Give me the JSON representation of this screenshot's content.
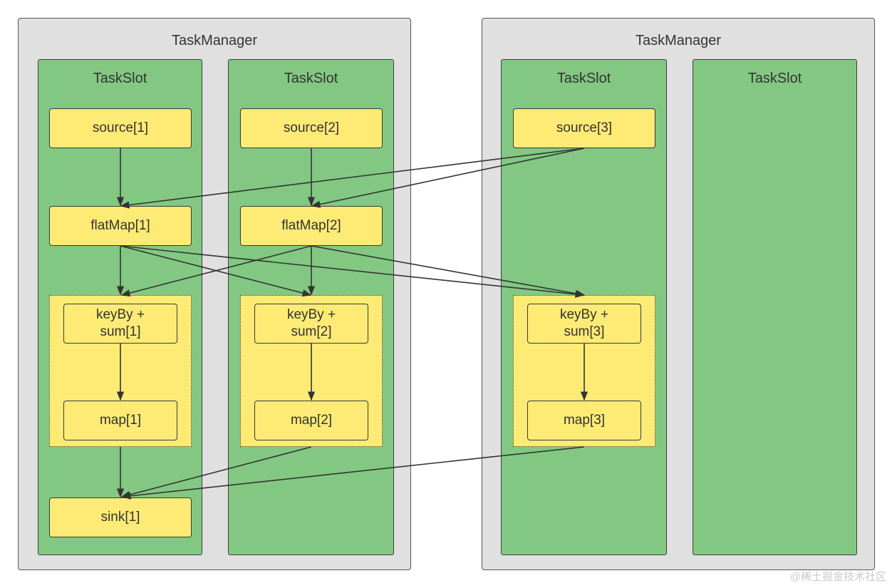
{
  "task_managers": [
    {
      "title": "TaskManager"
    },
    {
      "title": "TaskManager"
    }
  ],
  "slots": [
    {
      "title": "TaskSlot"
    },
    {
      "title": "TaskSlot"
    },
    {
      "title": "TaskSlot"
    },
    {
      "title": "TaskSlot"
    }
  ],
  "operators": {
    "source1": "source[1]",
    "source2": "source[2]",
    "source3": "source[3]",
    "flatmap1": "flatMap[1]",
    "flatmap2": "flatMap[2]",
    "keyby1_l1": "keyBy +",
    "keyby1_l2": "sum[1]",
    "keyby2_l1": "keyBy +",
    "keyby2_l2": "sum[2]",
    "keyby3_l1": "keyBy +",
    "keyby3_l2": "sum[3]",
    "map1": "map[1]",
    "map2": "map[2]",
    "map3": "map[3]",
    "sink1": "sink[1]"
  },
  "watermark": "@稀土掘金技术社区",
  "colors": {
    "task_manager": "#e0e0e0",
    "task_slot": "#82c882",
    "operator": "#fdeb76",
    "edge": "#333333"
  }
}
